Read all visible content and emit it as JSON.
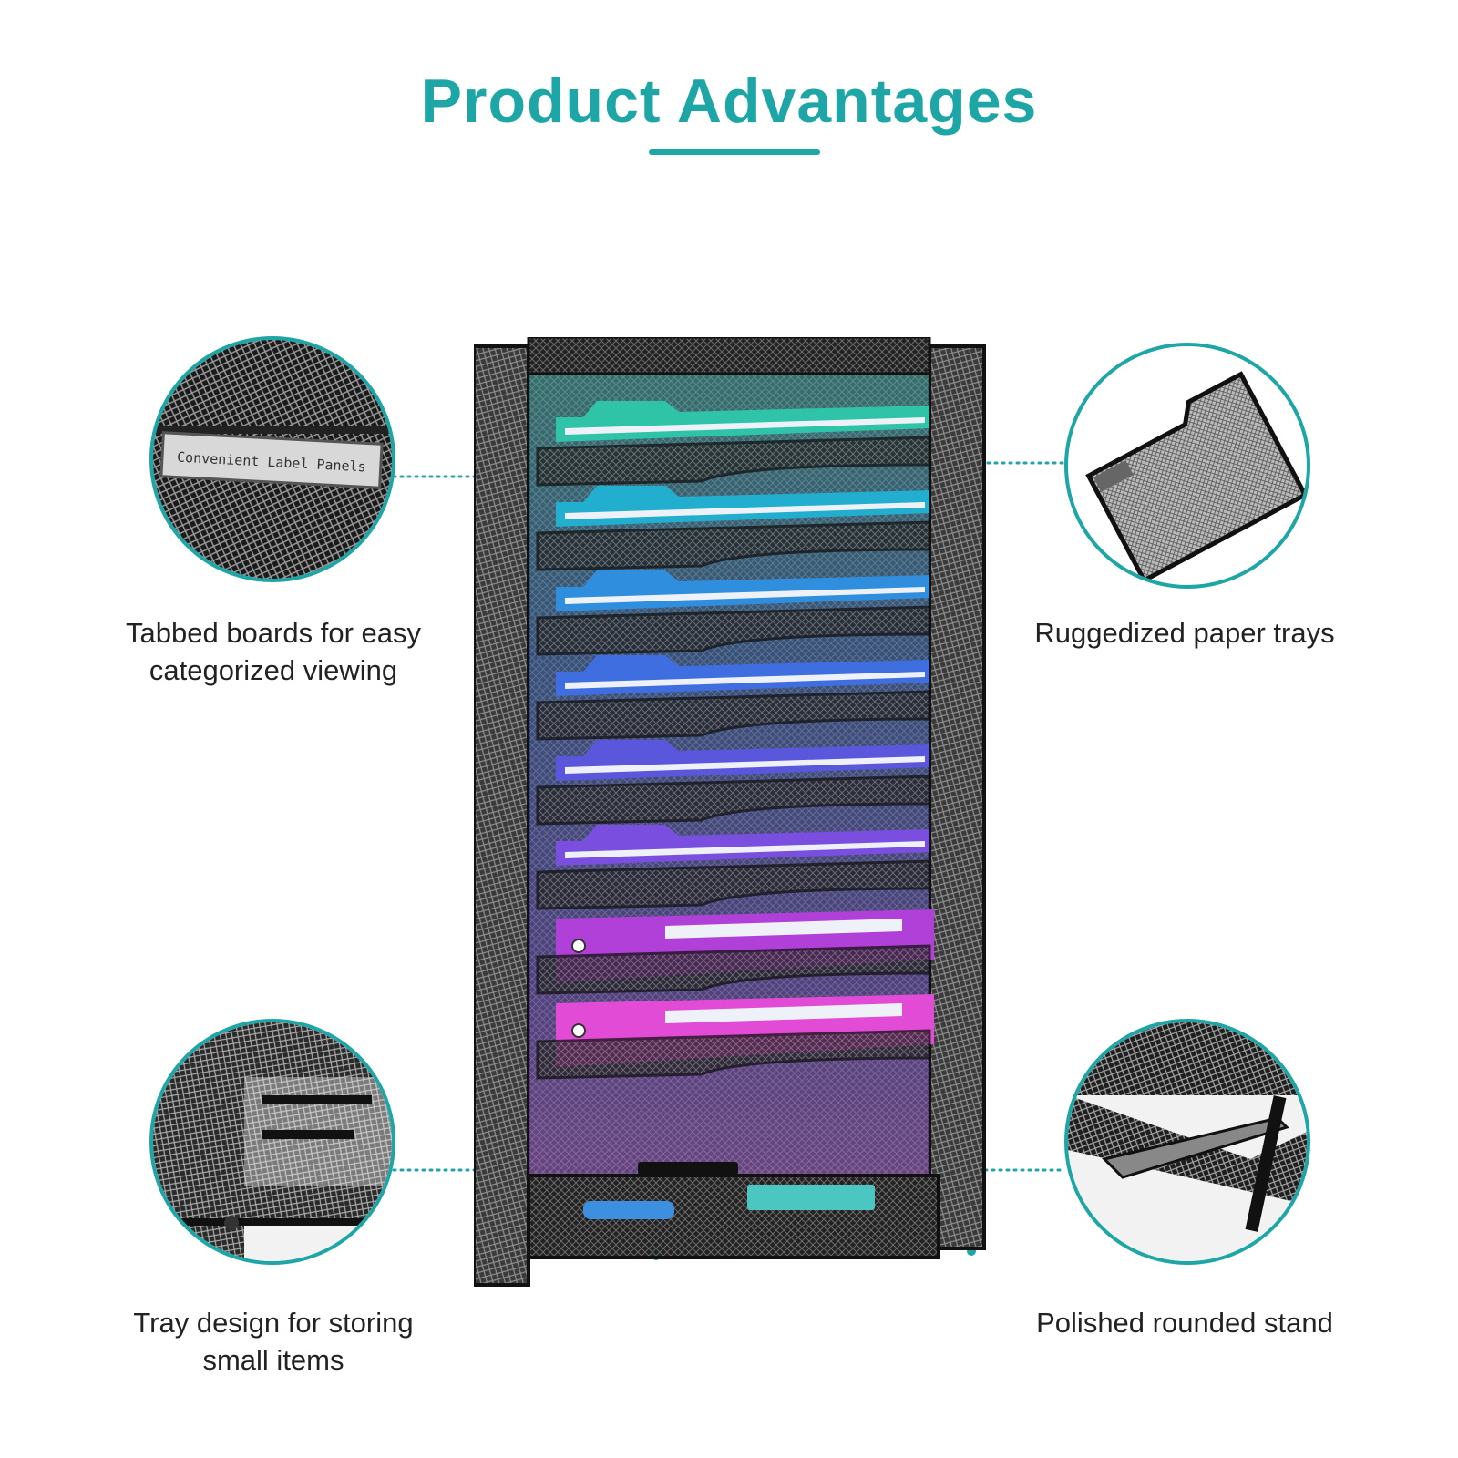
{
  "header": {
    "title": "Product Advantages"
  },
  "features": [
    {
      "key": "label-panels",
      "lines": [
        "Tabbed boards for easy",
        "categorized viewing"
      ],
      "detail_text": "Convenient Label Panels"
    },
    {
      "key": "paper-trays",
      "lines": [
        "Ruggedized paper trays"
      ]
    },
    {
      "key": "storage-tray",
      "lines": [
        "Tray design for storing",
        "small items"
      ]
    },
    {
      "key": "rounded-stand",
      "lines": [
        "Polished rounded stand"
      ]
    }
  ],
  "binders": [
    {
      "label": "",
      "color": "#e24bd6"
    },
    {
      "label": "",
      "color": "#b040d8"
    }
  ],
  "colors": {
    "accent": "#1ea6a7",
    "frame": "#1c1c1c",
    "folders": [
      "#2fc4a8",
      "#22aecf",
      "#2f8ede",
      "#3f6ee0",
      "#5a57dc",
      "#7a4ede",
      "#b040d8",
      "#e24bd6"
    ]
  },
  "icons": [
    "mesh-detail-icon",
    "folder-tray-icon",
    "tray-detail-icon",
    "stand-detail-icon"
  ]
}
